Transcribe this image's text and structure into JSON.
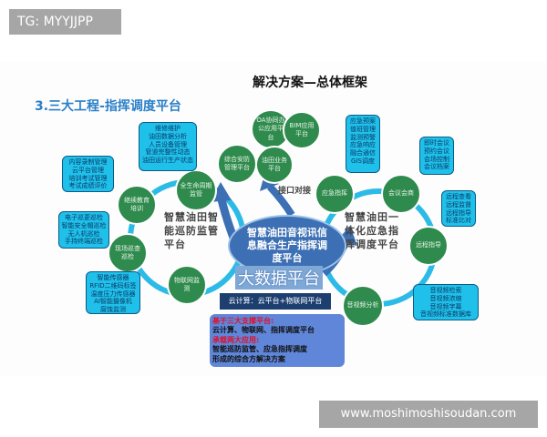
{
  "overlay_tag": "TG: MYYJJPP",
  "watermark": "www.moshimoshisoudan.com",
  "slide": {
    "title": "解决方案—总体框架",
    "subtitle": "3.三大工程-指挥调度平台",
    "core": "智慧油田音视讯信息融合生产指挥调度平台",
    "big_data": "大数据平台",
    "cloud": "云计算：云平台+物联网平台",
    "interface": "接口对接",
    "left_platform": "智慧油田智能巡防监管平台",
    "right_platform": "智慧油田一体化应急指挥调度平台",
    "top_nodes": [
      "OA协同办公应用平台",
      "BIM应用平台",
      "综合安防管理平台",
      "油田业务平台"
    ],
    "left_nodes": [
      "全生命周期监管",
      "继续教育培训",
      "现场巡查巡检",
      "物联网监测"
    ],
    "right_nodes": [
      "应急指挥",
      "会议会商",
      "远程指导",
      "音视频分析"
    ],
    "callouts": {
      "lifecycle": "维修维护\n油田数据分析\n人员设备管理\n管道完整性动态\n油田运行生产状态",
      "education": "内容录制管理\n云平台管理\n培训考试管理\n考试成绩评价",
      "patrol": "电子巡更巡检\n智能安全帽巡检\n无人机巡检\n手持终端巡检",
      "iot": "智能传感器\nRFID二维码标签\n温度压力传感器\nAI智能摄像机\n腐蚀监测",
      "emergency": "应急预案\n值班管理\n监测预警\n应急响应\n融合通信\nGIS调度",
      "meeting": "即时会议\n预约会议\n会场控制\n会议档案",
      "remote": "远程查看\n远程监督\n远程指导\n标准比对",
      "av": "音视频检索\n音视频浓缩\n音视频字幕\n音视频标准数据库"
    },
    "summary": {
      "h1": "基于三大支撑平台:",
      "t1": "云计算、物联网、指挥调度平台",
      "h2": "承载两大应用:",
      "t2": "智能巡防监管、应急指挥调度",
      "t3": "形成的综合方解决方案"
    }
  }
}
